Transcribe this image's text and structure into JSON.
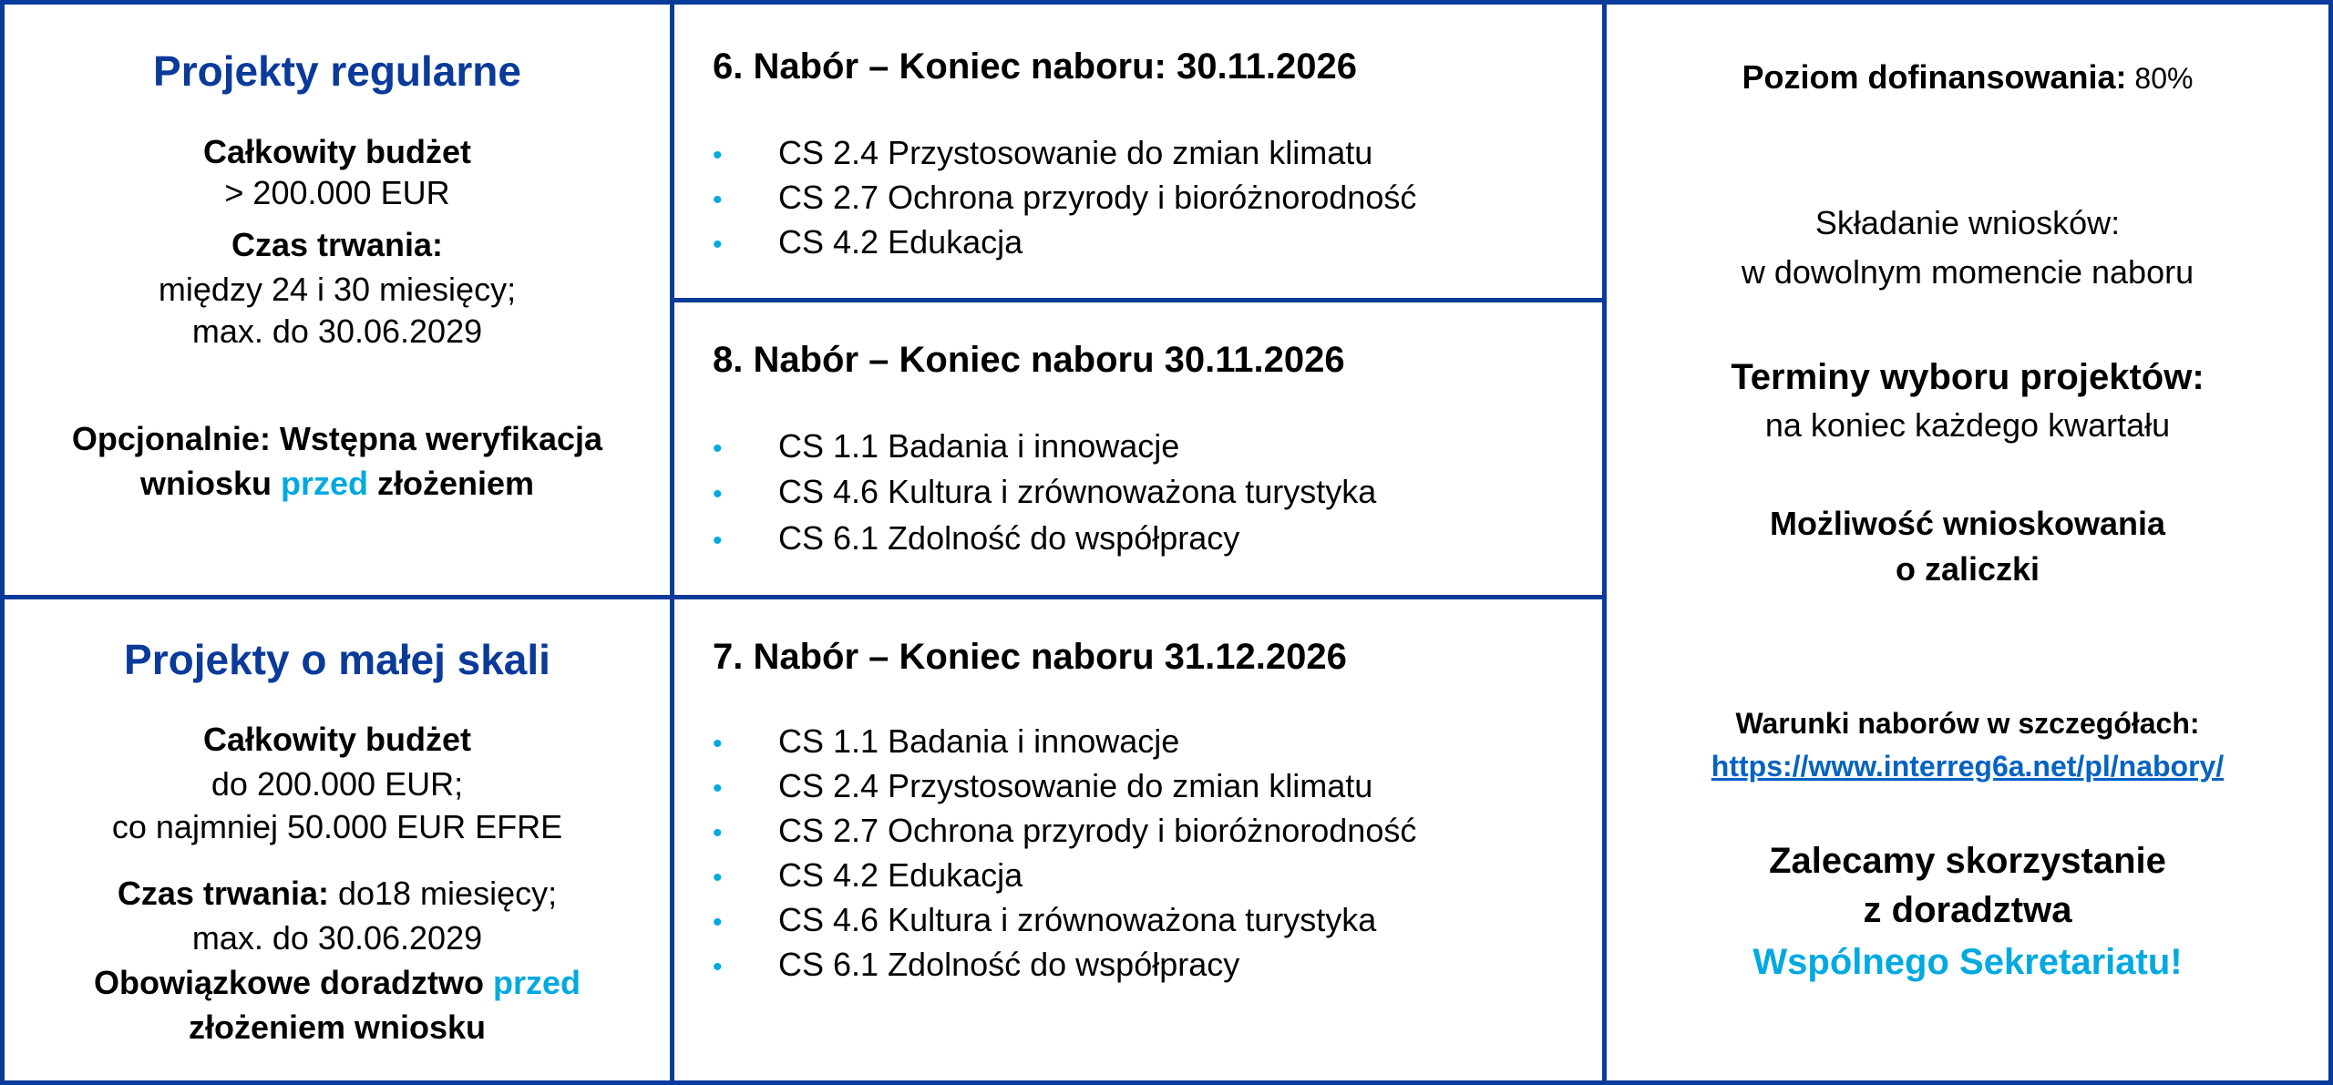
{
  "regular": {
    "title": "Projekty regularne",
    "budget_label": "Całkowity budżet",
    "budget_value": "> 200.000 EUR",
    "duration_label": "Czas trwania:",
    "duration_value_1": "między 24 i 30 miesięcy;",
    "duration_value_2": "max. do 30.06.2029",
    "optional_1": "Opcjonalnie: Wstępna weryfikacja",
    "optional_2a": "wniosku ",
    "optional_2b": "przed",
    "optional_2c": " złożeniem"
  },
  "small": {
    "title": "Projekty o małej skali",
    "budget_label": "Całkowity budżet",
    "budget_value_1": "do 200.000 EUR;",
    "budget_value_2": "co najmniej 50.000 EUR EFRE",
    "duration_label": "Czas trwania:",
    "duration_value": " do18 miesięcy;",
    "duration_value_2": "max. do 30.06.2029",
    "mandatory_1a": "Obowiązkowe doradztwo ",
    "mandatory_1b": "przed",
    "mandatory_2": "złożeniem wniosku"
  },
  "calls": [
    {
      "heading": "6. Nabór – Koniec naboru: 30.11.2026",
      "items": [
        "CS 2.4 Przystosowanie do zmian klimatu",
        "CS 2.7 Ochrona przyrody i bioróżnorodność",
        "CS 4.2 Edukacja"
      ]
    },
    {
      "heading": "8. Nabór – Koniec naboru 30.11.2026",
      "items": [
        "CS 1.1 Badania i innowacje",
        "CS 4.6 Kultura i zrównoważona turystyka",
        "CS 6.1 Zdolność do współpracy"
      ]
    },
    {
      "heading": "7. Nabór – Koniec naboru 31.12.2026",
      "items": [
        "CS 1.1 Badania i innowacje",
        "CS 2.4 Przystosowanie do zmian klimatu",
        "CS 2.7 Ochrona przyrody i bioróżnorodność",
        "CS 4.2 Edukacja",
        "CS 4.6 Kultura i zrównoważona turystyka",
        "CS 6.1 Zdolność do współpracy"
      ]
    }
  ],
  "bullet": "•",
  "info": {
    "cofinancing_label": "Poziom dofinansowania:",
    "cofinancing_value": " 80%",
    "submission_1": "Składanie wniosków:",
    "submission_2": "w dowolnym momencie naboru",
    "selection_label": "Terminy wyboru projektów:",
    "selection_value": "na koniec każdego kwartału",
    "advance_1": "Możliwość wnioskowania",
    "advance_2": "o zaliczki",
    "conditions_label": "Warunki naborów w szczegółach:",
    "conditions_link": "https://www.interreg6a.net/pl/nabory/",
    "recommend_1": "Zalecamy skorzystanie",
    "recommend_2": "z doradztwa",
    "recommend_3": "Wspólnego Sekretariatu!"
  },
  "colors": {
    "border": "#0a3a9a",
    "accent": "#00a9e0",
    "link": "#0563c1"
  }
}
